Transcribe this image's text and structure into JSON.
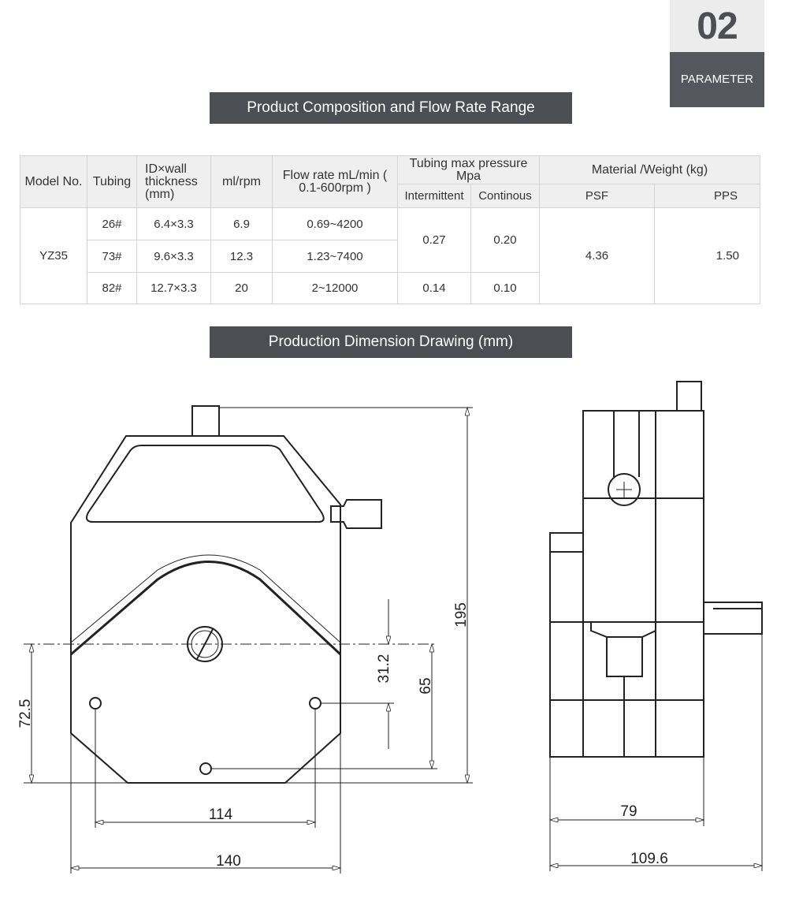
{
  "badge": {
    "number": "02",
    "label": "PARAMETER"
  },
  "section1_title": "Product Composition and Flow Rate Range",
  "section2_title": "Production Dimension Drawing (mm)",
  "table": {
    "headers": {
      "model": "Model No.",
      "tubing": "Tubing",
      "id_wall": "ID×wall thickness (mm)",
      "ml_rpm": "ml/rpm",
      "flow": "Flow rate mL/min ( 0.1-600rpm )",
      "pressure": "Tubing max pressure Mpa",
      "intermittent": "Intermittent",
      "continous": "Continous",
      "material": "Material /Weight (kg)",
      "psf": "PSF",
      "pps": "PPS"
    },
    "model": "YZ35",
    "rows": [
      {
        "tubing": "26#",
        "id_wall": "6.4×3.3",
        "ml_rpm": "6.9",
        "flow": "0.69~4200"
      },
      {
        "tubing": "73#",
        "id_wall": "9.6×3.3",
        "ml_rpm": "12.3",
        "flow": "1.23~7400"
      },
      {
        "tubing": "82#",
        "id_wall": "12.7×3.3",
        "ml_rpm": "20",
        "flow": "2~12000"
      }
    ],
    "pressure_groups": [
      {
        "intermittent": "0.27",
        "continous": "0.20"
      },
      {
        "intermittent": "0.14",
        "continous": "0.10"
      }
    ],
    "psf_weight": "4.36",
    "pps_weight": "1.50"
  },
  "dimensions": {
    "front_height": "195",
    "shaft_offset": "31.2",
    "hole_to_shaft": "65",
    "shaft_height": "72.5",
    "hole_spacing": "114",
    "front_width": "140",
    "side_base": "79",
    "side_width": "109.6"
  }
}
